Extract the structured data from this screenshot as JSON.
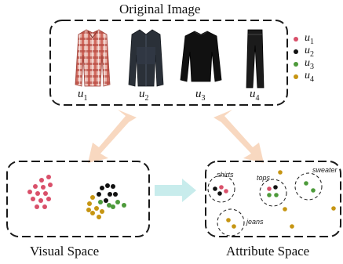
{
  "titles": {
    "original_image": "Original Image",
    "visual_space": "Visual Space",
    "attribute_space": "Attribute Space"
  },
  "items": [
    {
      "id": "u1",
      "letter": "u",
      "index": "1",
      "kind": "plaid-shirt",
      "color": "#c9564b"
    },
    {
      "id": "u2",
      "letter": "u",
      "index": "2",
      "kind": "dark-jacket",
      "color": "#2a3038"
    },
    {
      "id": "u3",
      "letter": "u",
      "index": "3",
      "kind": "black-sweater",
      "color": "#111111"
    },
    {
      "id": "u4",
      "letter": "u",
      "index": "4",
      "kind": "black-jeans",
      "color": "#1b1b1b"
    }
  ],
  "legend": [
    {
      "letter": "u",
      "index": "1",
      "color": "#d9506a"
    },
    {
      "letter": "u",
      "index": "2",
      "color": "#111111"
    },
    {
      "letter": "u",
      "index": "3",
      "color": "#4d9a3a"
    },
    {
      "letter": "u",
      "index": "4",
      "color": "#c69512"
    }
  ],
  "clusters": [
    {
      "label": "shirts"
    },
    {
      "label": "tops"
    },
    {
      "label": "sweater"
    },
    {
      "label": "jeans"
    }
  ],
  "colors": {
    "u1": "#d9506a",
    "u2": "#111111",
    "u3": "#4d9a3a",
    "u4": "#c69512",
    "arrow_peach": "#f8d8c0",
    "arrow_cyan": "#c8ecec",
    "frame": "#1a1a1a"
  }
}
